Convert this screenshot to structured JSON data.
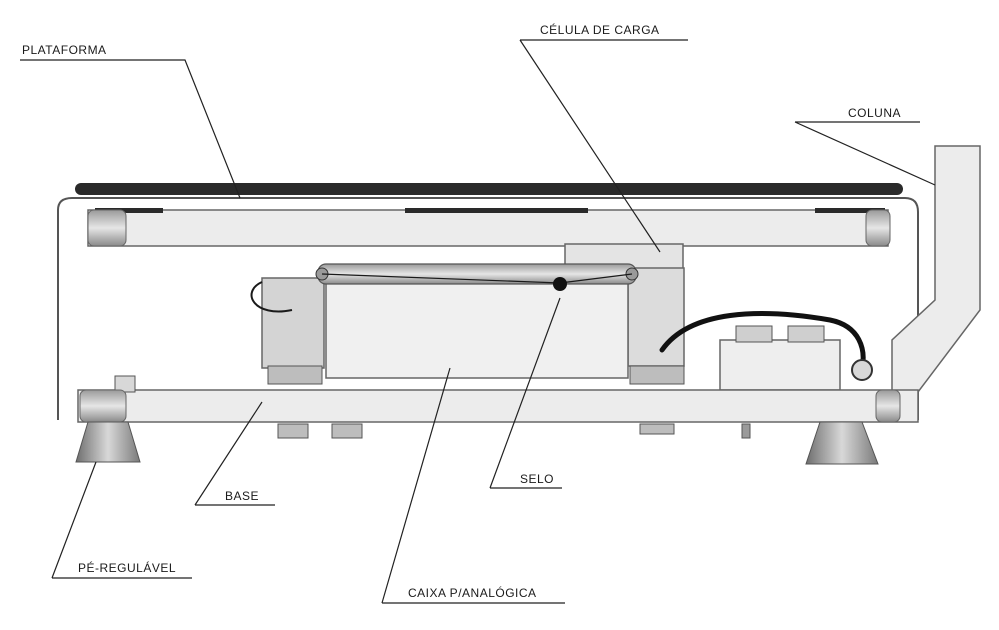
{
  "labels": {
    "plataforma": "PLATAFORMA",
    "celula_de_carga": "CÉLULA DE CARGA",
    "coluna": "COLUNA",
    "selo": "SELO",
    "base": "BASE",
    "pe_regulavel": "PÉ-REGULÁVEL",
    "caixa_analogica": "CAIXA P/ANALÓGICA"
  },
  "colors": {
    "platform_top": "#2a2a2a",
    "metal": "#e8e8e8",
    "outline": "#555555",
    "feet": "#8a8a8a",
    "cable": "#1a1a1a"
  }
}
